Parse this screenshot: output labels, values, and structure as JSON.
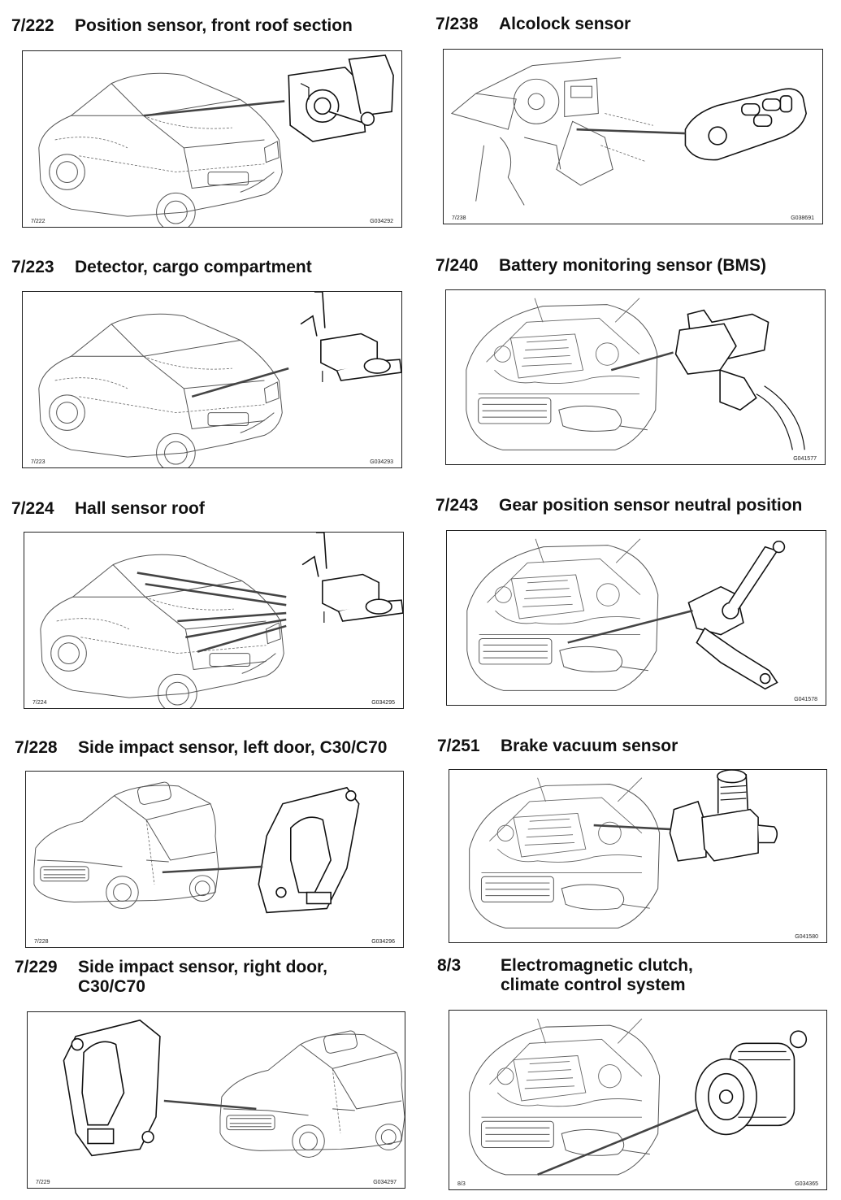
{
  "entries": [
    {
      "code": "7/222",
      "title": "Position sensor, front roof section",
      "ref_left": "7/222",
      "ref_right": "G034292",
      "scene": "car-rear",
      "part": "switch",
      "leaders": 1
    },
    {
      "code": "7/238",
      "title": "Alcolock sensor",
      "ref_left": "7/238",
      "ref_right": "G038691",
      "scene": "interior",
      "part": "remote",
      "leaders": 1
    },
    {
      "code": "7/223",
      "title": "Detector, cargo compartment",
      "ref_left": "7/223",
      "ref_right": "G034293",
      "scene": "car-rear",
      "part": "hall",
      "leaders": 1
    },
    {
      "code": "7/240",
      "title": "Battery monitoring sensor (BMS)",
      "ref_left": "",
      "ref_right": "G041577",
      "scene": "engine",
      "part": "bms",
      "leaders": 1
    },
    {
      "code": "7/224",
      "title": "Hall sensor roof",
      "ref_left": "7/224",
      "ref_right": "G034295",
      "scene": "car-rear",
      "part": "hall",
      "leaders": 5
    },
    {
      "code": "7/243",
      "title": "Gear position sensor neutral position",
      "ref_left": "",
      "ref_right": "G041578",
      "scene": "engine",
      "part": "gear",
      "leaders": 1
    },
    {
      "code": "7/228",
      "title": "Side impact sensor, left door, C30/C70",
      "ref_left": "7/228",
      "ref_right": "G034296",
      "scene": "car-front",
      "part": "impact",
      "leaders": 1
    },
    {
      "code": "7/251",
      "title": "Brake vacuum sensor",
      "ref_left": "",
      "ref_right": "G041580",
      "scene": "engine",
      "part": "vacuum",
      "leaders": 1
    },
    {
      "code": "7/229",
      "title": "Side impact sensor, right door,",
      "title2": "C30/C70",
      "ref_left": "7/229",
      "ref_right": "G034297",
      "scene": "car-front-r",
      "part": "impact-l",
      "leaders": 1
    },
    {
      "code": "8/3",
      "title": "Electromagnetic clutch,",
      "title2": "climate control system",
      "ref_left": "8/3",
      "ref_right": "G034365",
      "scene": "engine",
      "part": "compressor",
      "leaders": 1
    }
  ]
}
